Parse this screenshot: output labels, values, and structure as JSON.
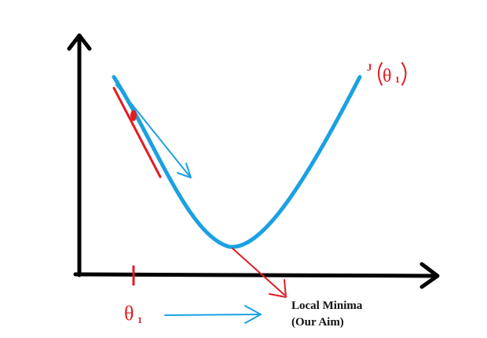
{
  "colors": {
    "axis": "#000000",
    "curve": "#1ba1e2",
    "tangent": "#e31b23",
    "label_text": "#111111"
  },
  "curve_label": {
    "prefix": "J",
    "symbol": "θ",
    "subscript": "1"
  },
  "x_marker_label": {
    "symbol": "θ",
    "subscript": "1"
  },
  "annotation": {
    "line1": "Local Minima",
    "line2": "(Our Aim)"
  },
  "icons": [
    "y-axis-arrow-icon",
    "x-axis-arrow-icon",
    "gradient-arrow-icon",
    "direction-arrow-icon",
    "minima-pointer-arrow-icon",
    "point-dot-icon"
  ]
}
